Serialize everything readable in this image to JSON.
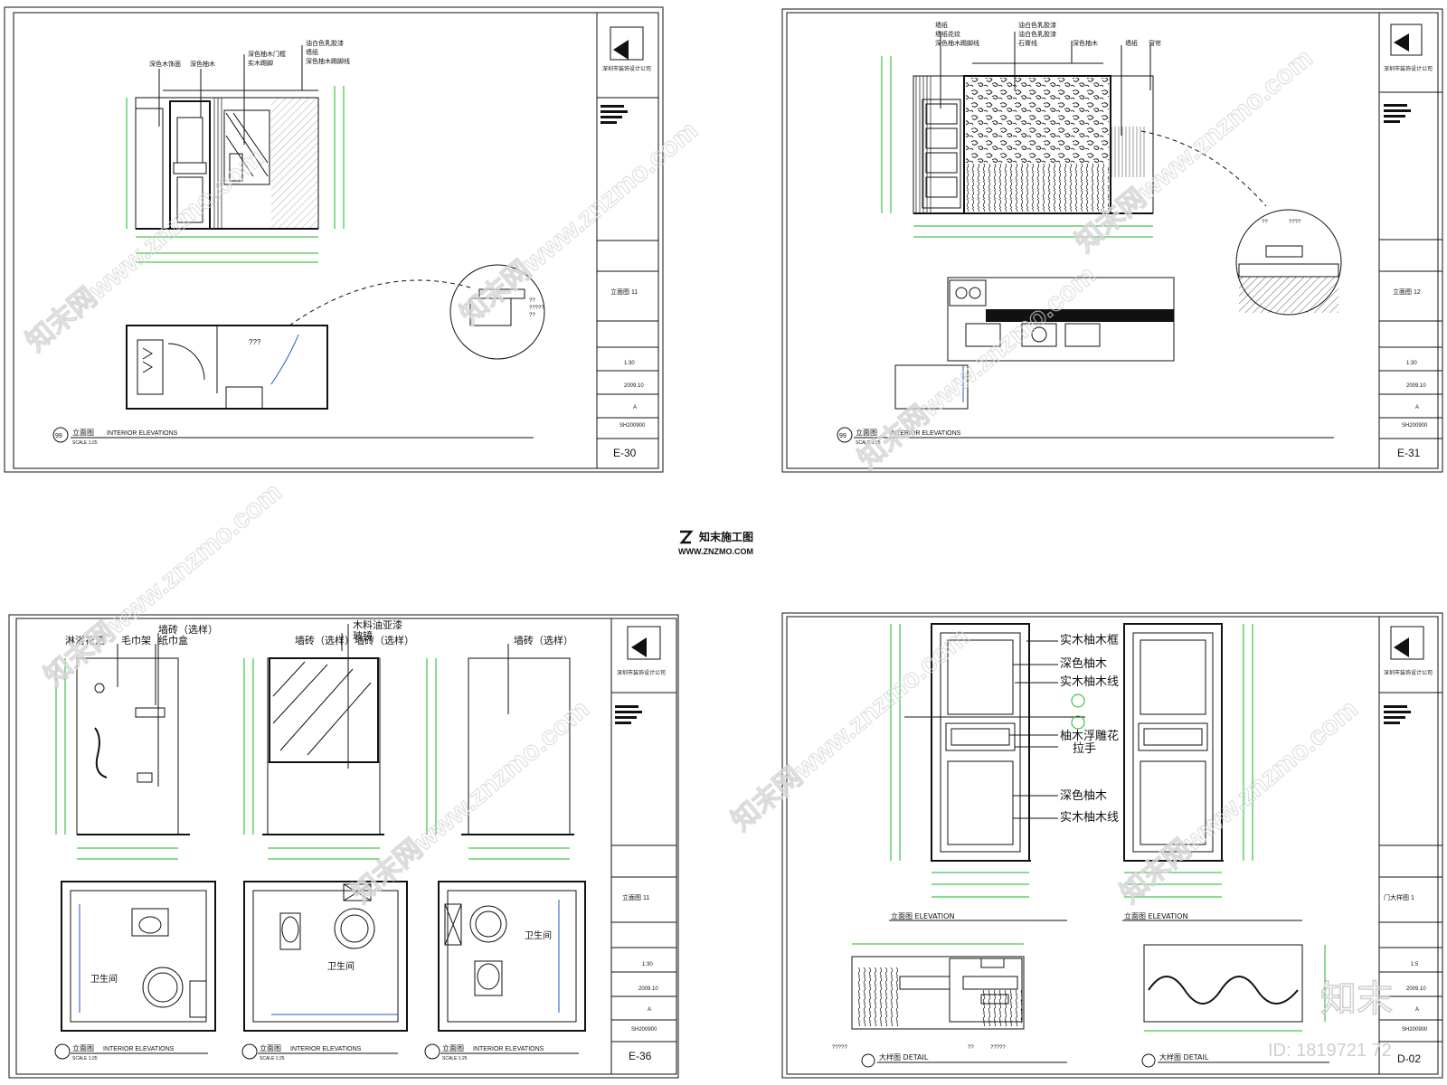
{
  "center_logo": {
    "brand": "知末施工图",
    "url": "WWW.ZNZMO.COM"
  },
  "corner_mark": {
    "logo": "知末",
    "id": "ID: 1819721 72"
  },
  "watermark": {
    "text": "知末网www.znzmo.com"
  },
  "sheets": [
    {
      "sheet_no": "E-30",
      "title_cn": "立面图",
      "title_en": "INTERIOR ELEVATIONS",
      "scale": "SCALE 1:25",
      "notes": [
        "深色木饰面",
        "深色柚木",
        "深色柚木门框",
        "实木踢脚",
        "油白色乳胶漆",
        "墙纸",
        "深色柚木踢脚线"
      ],
      "plan_label": "???",
      "detail_notes": [
        "??",
        "?????",
        "??"
      ],
      "block": {
        "drawing": "立面图 11",
        "scale": "1:30",
        "date": "2009.10",
        "rev": "A",
        "no": "SH200900"
      }
    },
    {
      "sheet_no": "E-31",
      "title_cn": "立面图",
      "title_en": "INTERIOR ELEVATIONS",
      "scale": "SCALE 1:25",
      "notes": [
        "墙纸",
        "墙纸花纹",
        "深色柚木踢脚线",
        "油白色乳胶漆",
        "油白色乳胶漆",
        "石膏线",
        "深色柚木",
        "墙纸",
        "窗帘"
      ],
      "detail_notes": [
        "??",
        "????"
      ],
      "block": {
        "drawing": "立面图 12",
        "scale": "1:30",
        "date": "2009.10",
        "rev": "A",
        "no": "SH200900"
      }
    },
    {
      "sheet_no": "E-36",
      "title_cn": "立面图",
      "title_en": "INTERIOR ELEVATIONS",
      "scale": "SCALE 1:25",
      "elevations": [
        {
          "notes": [
            "淋浴花洒",
            "毛巾架",
            "墙砖（选样）",
            "纸巾盒"
          ],
          "plan_room": "卫生间"
        },
        {
          "notes": [
            "木料油亚漆",
            "玻镜",
            "墙砖（选样）墙砖（选样）"
          ],
          "plan_room": "卫生间"
        },
        {
          "notes": [
            "墙砖（选样）"
          ],
          "plan_room": "卫生间"
        }
      ],
      "block": {
        "drawing": "立面图 11",
        "scale": "1:30",
        "date": "2009.10",
        "rev": "A",
        "no": "SH200900"
      }
    },
    {
      "sheet_no": "D-02",
      "door_notes": [
        "实木柚木框",
        "深色柚木",
        "实木柚木线",
        "柚木浮雕花",
        "拉手",
        "深色柚木",
        "实木柚木线"
      ],
      "door_titles": [
        "立面图 ELEVATION",
        "立面图 ELEVATION"
      ],
      "detail_titles": [
        "大样图 DETAIL",
        "大样图 DETAIL"
      ],
      "detail_notes": [
        "?????",
        "??",
        "?????"
      ],
      "block": {
        "drawing": "门大样图 1",
        "scale": "1:5",
        "date": "2009.10",
        "rev": "A",
        "no": "SH200900"
      }
    }
  ],
  "firm_name": "深圳市装饰设计公司"
}
